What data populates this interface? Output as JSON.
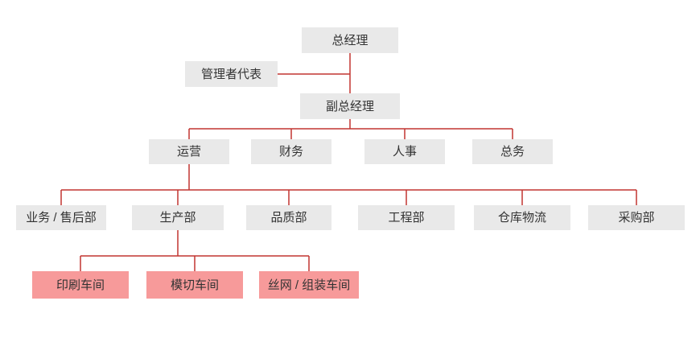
{
  "colors": {
    "box_gray": "#e9e9e9",
    "box_pink": "#f79a9a",
    "line_red": "#c23531",
    "text_dark": "#333333"
  },
  "org_chart": {
    "nodes": {
      "general_manager": {
        "label": "总经理"
      },
      "management_rep": {
        "label": "管理者代表"
      },
      "deputy_general_manager": {
        "label": "副总经理"
      },
      "operations": {
        "label": "运营"
      },
      "finance": {
        "label": "财务"
      },
      "hr": {
        "label": "人事"
      },
      "general_affairs": {
        "label": "总务"
      },
      "sales_aftersales": {
        "label": "业务 / 售后部"
      },
      "production": {
        "label": "生产部"
      },
      "quality": {
        "label": "品质部"
      },
      "engineering": {
        "label": "工程部"
      },
      "warehouse_logistics": {
        "label": "仓库物流"
      },
      "purchasing": {
        "label": "采购部"
      },
      "printing_workshop": {
        "label": "印刷车间"
      },
      "die_cutting_workshop": {
        "label": "模切车间"
      },
      "screen_assembly_workshop": {
        "label": "丝网 / 组装车间"
      }
    },
    "edges": [
      "general_manager > deputy_general_manager",
      "management_rep - spine",
      "deputy_general_manager > operations, finance, hr, general_affairs",
      "operations > sales_aftersales, production, quality, engineering, warehouse_logistics, purchasing",
      "production > printing_workshop, die_cutting_workshop, screen_assembly_workshop"
    ]
  }
}
